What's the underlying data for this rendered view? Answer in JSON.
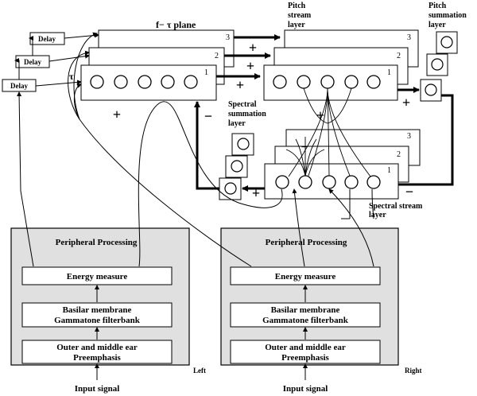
{
  "labels": {
    "delay": "Delay",
    "ft_plane": "f− τ  plane",
    "tau": "τ",
    "pitch_stream_layer": [
      "Pitch",
      "stream",
      "layer"
    ],
    "pitch_summation_layer": [
      "Pitch",
      "summation",
      "layer"
    ],
    "spectral_summation_layer": [
      "Spectral",
      "summation",
      "layer"
    ],
    "spectral_stream_layer": [
      "Spectral stream",
      "layer"
    ],
    "layer_numbers": [
      "1",
      "2",
      "3"
    ],
    "plus": "+",
    "minus": "−"
  },
  "peripheral": {
    "title": "Peripheral Processing",
    "energy": "Energy measure",
    "basilar": [
      "Basilar membrane",
      "Gammatone filterbank"
    ],
    "outer": [
      "Outer and middle ear",
      "Preemphasis"
    ],
    "left": "Left",
    "right": "Right",
    "input": "Input signal"
  }
}
